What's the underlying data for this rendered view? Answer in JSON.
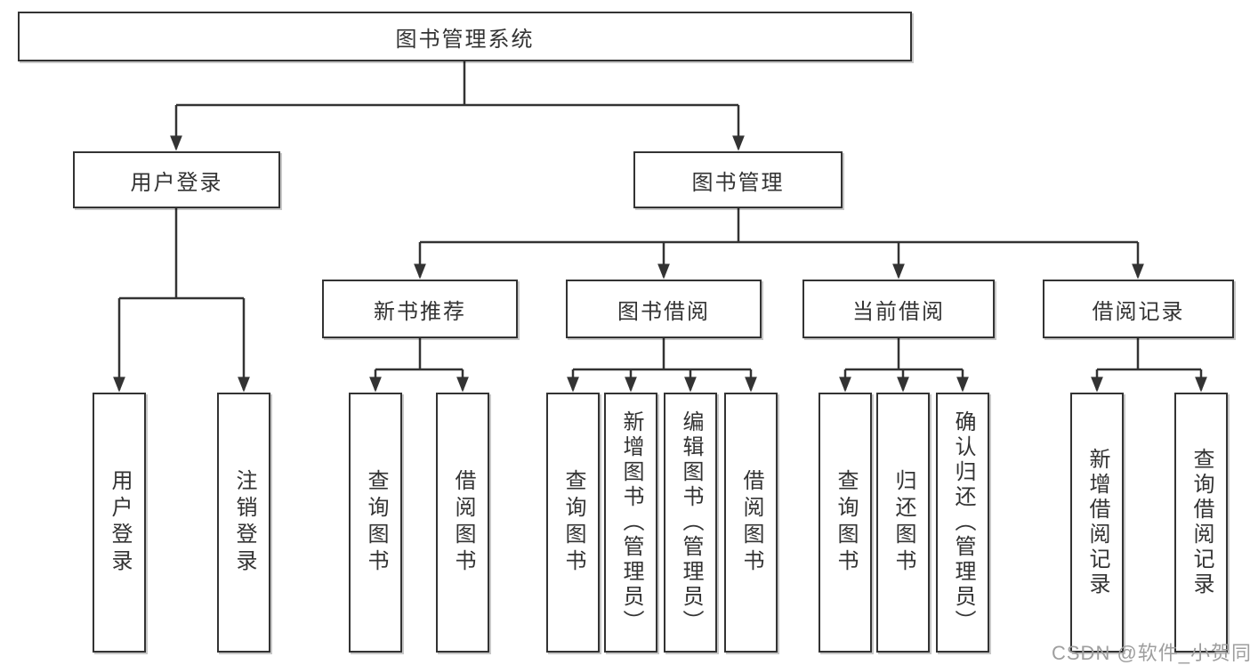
{
  "diagram": {
    "root": {
      "label": "图书管理系统"
    },
    "user_login": {
      "label": "用户登录",
      "children": [
        {
          "label": "用户登录"
        },
        {
          "label": "注销登录"
        }
      ]
    },
    "book_mgmt": {
      "label": "图书管理",
      "children": [
        {
          "label": "新书推荐",
          "children": [
            {
              "label": "查询图书"
            },
            {
              "label": "借阅图书"
            }
          ]
        },
        {
          "label": "图书借阅",
          "children": [
            {
              "label": "查询图书"
            },
            {
              "label": "新增图书（管理员）"
            },
            {
              "label": "编辑图书（管理员）"
            },
            {
              "label": "借阅图书"
            }
          ]
        },
        {
          "label": "当前借阅",
          "children": [
            {
              "label": "查询图书"
            },
            {
              "label": "归还图书"
            },
            {
              "label": "确认归还（管理员）"
            }
          ]
        },
        {
          "label": "借阅记录",
          "children": [
            {
              "label": "新增借阅记录"
            },
            {
              "label": "查询借阅记录"
            }
          ]
        }
      ]
    }
  },
  "watermark": {
    "text": "CSDN @软件_小贺同学"
  },
  "colors": {
    "line": "#333333",
    "box_border": "#333333",
    "box_fill": "#ffffff",
    "text": "#333333",
    "watermark": "#9e9e9e"
  }
}
